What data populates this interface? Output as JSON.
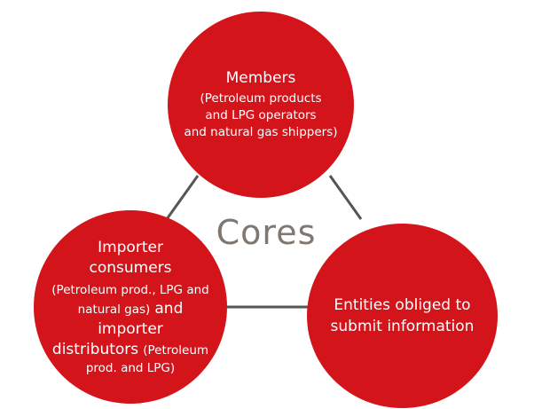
{
  "diagram": {
    "center_label": "Cores",
    "nodes": {
      "top": {
        "title": "Members",
        "detail_1": "(Petroleum products",
        "detail_2": "and LPG operators",
        "detail_3": "and natural gas shippers)"
      },
      "left": {
        "line_1": "Importer",
        "line_2": "consumers",
        "line_3": "(Petroleum prod., LPG and",
        "line_4a": "natural gas)",
        "line_4b": "and importer",
        "line_5a": "distributors",
        "line_5b": "(Petroleum",
        "line_6": "prod. and LPG)"
      },
      "right": {
        "line_1": "Entities obliged to",
        "line_2": "submit information"
      }
    },
    "colors": {
      "node_fill": "#d3141b",
      "node_text": "#ffffff",
      "connector": "#555555",
      "center_text": "#7f7770"
    }
  }
}
